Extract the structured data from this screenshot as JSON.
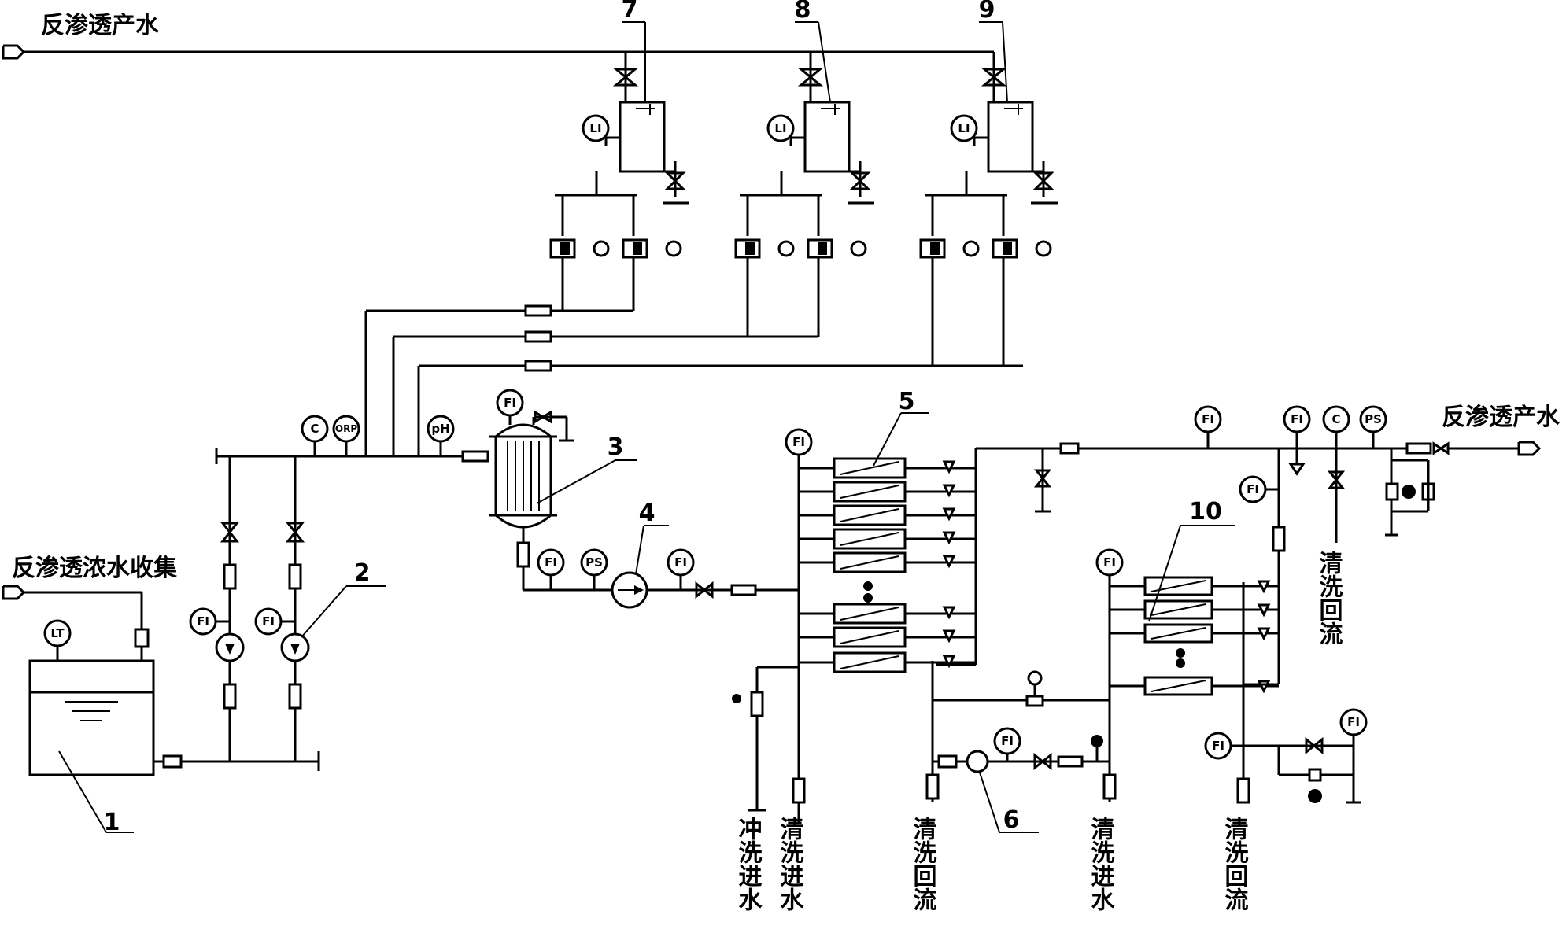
{
  "labels": {
    "ro_product_top": "反渗透产水",
    "ro_product_right": "反渗透产水",
    "ro_concentrate": "反渗透浓水收集",
    "flush_in": "冲洗进水",
    "clean_in_1": "清洗进水",
    "clean_return_1": "清洗回流",
    "clean_in_2": "清洗进水",
    "clean_return_2": "清洗回流",
    "clean_return_3": "清洗回流"
  },
  "callouts": [
    "1",
    "2",
    "3",
    "4",
    "5",
    "6",
    "7",
    "8",
    "9",
    "10"
  ],
  "instruments": {
    "lt": "LT",
    "fi": "FI",
    "li": "LI",
    "c": "C",
    "orp": "ORP",
    "ph": "pH",
    "ps": "PS"
  }
}
